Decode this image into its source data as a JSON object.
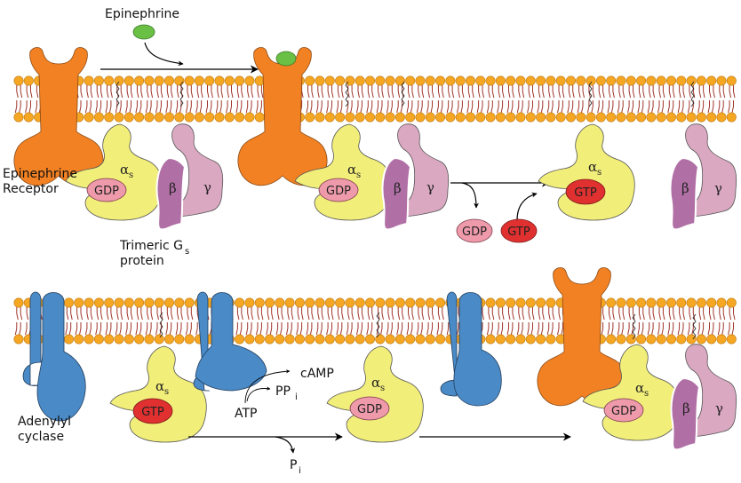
{
  "title": "Epinephrine activation of adenylyl cyclase via trimeric Gs protein",
  "colors": {
    "receptor": "#f28123",
    "ligand": "#6abf45",
    "alpha": "#f2ee7a",
    "beta": "#b06fa5",
    "gamma": "#dba8c2",
    "gdp": "#ee9aab",
    "gtp": "#e03030",
    "cyclase": "#4a8ac7",
    "lipid_head": "#f5a623",
    "lipid_tail": "#a0352a"
  },
  "labels": {
    "ligand": "Epinephrine",
    "receptor_line1": "Epinephrine",
    "receptor_line2": "Receptor",
    "gprotein_line1": "Trimeric G",
    "gprotein_sub": "s",
    "gprotein_line2": "protein",
    "cyclase_line1": "Adenylyl",
    "cyclase_line2": "cyclase",
    "alpha": "α",
    "alpha_sub": "s",
    "beta": "β",
    "gamma": "γ",
    "gdp": "GDP",
    "gtp": "GTP",
    "camp": "cAMP",
    "ppi": "PP",
    "ppi_sub": "i",
    "atp": "ATP",
    "pi": "P",
    "pi_sub": "i"
  }
}
